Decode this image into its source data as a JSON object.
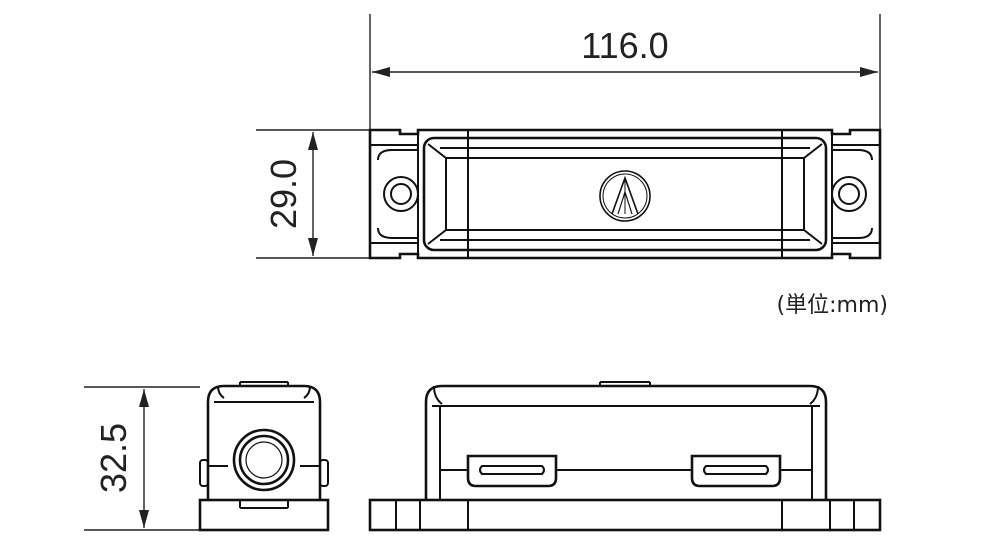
{
  "dimensions": {
    "width_label": "116.0",
    "depth_label": "29.0",
    "height_label": "32.5"
  },
  "unit_note": "(単位:mm)"
}
